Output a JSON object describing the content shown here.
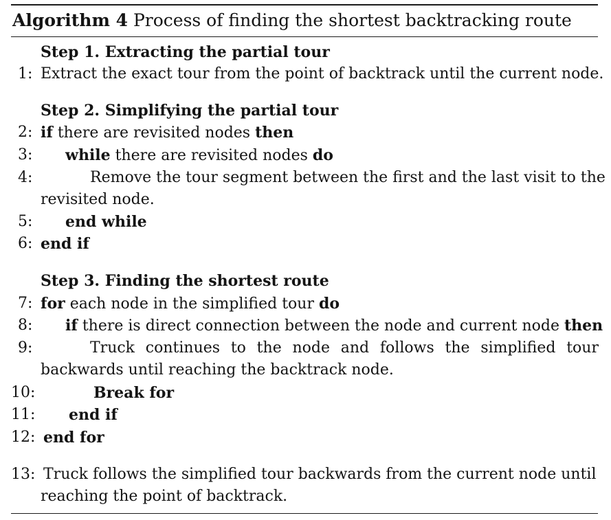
{
  "caption": {
    "label": "Algorithm 4",
    "title": "Process of finding the shortest backtracking route"
  },
  "steps": {
    "s1": "Step 1. Extracting the partial tour",
    "s2": "Step 2. Simplifying the partial tour",
    "s3": "Step 3. Finding the shortest route"
  },
  "lines": {
    "n1": "1:",
    "l1": "Extract the exact tour from the point of backtrack until the current node.",
    "n2": "2:",
    "l2_kw1": "if",
    "l2_txt": " there are revisited nodes ",
    "l2_kw2": "then",
    "n3": "3:",
    "l3_kw1": "while",
    "l3_txt": " there are revisited nodes ",
    "l3_kw2": "do",
    "n4": "4:",
    "l4a": "Remove the tour segment between the first and the last visit to the",
    "l4b": "revisited node.",
    "n5": "5:",
    "l5_kw": "end while",
    "n6": "6:",
    "l6_kw": "end if",
    "n7": "7:",
    "l7_kw1": "for",
    "l7_txt": " each node in the simplified tour ",
    "l7_kw2": "do",
    "n8": "8:",
    "l8_kw1": "if",
    "l8_txt": " there is direct connection between the node and current node ",
    "l8_kw2": "then",
    "n9": "9:",
    "l9a": "Truck continues to the node and follows the simplified tour",
    "l9b": "backwards until reaching the backtrack node.",
    "n10": "10:",
    "l10_kw": "Break for",
    "n11": "11:",
    "l11_kw": "end if",
    "n12": "12:",
    "l12_kw": "end for",
    "n13": "13:",
    "l13a": "Truck follows the simplified tour backwards from the current node until",
    "l13b": "reaching the point of backtrack."
  }
}
